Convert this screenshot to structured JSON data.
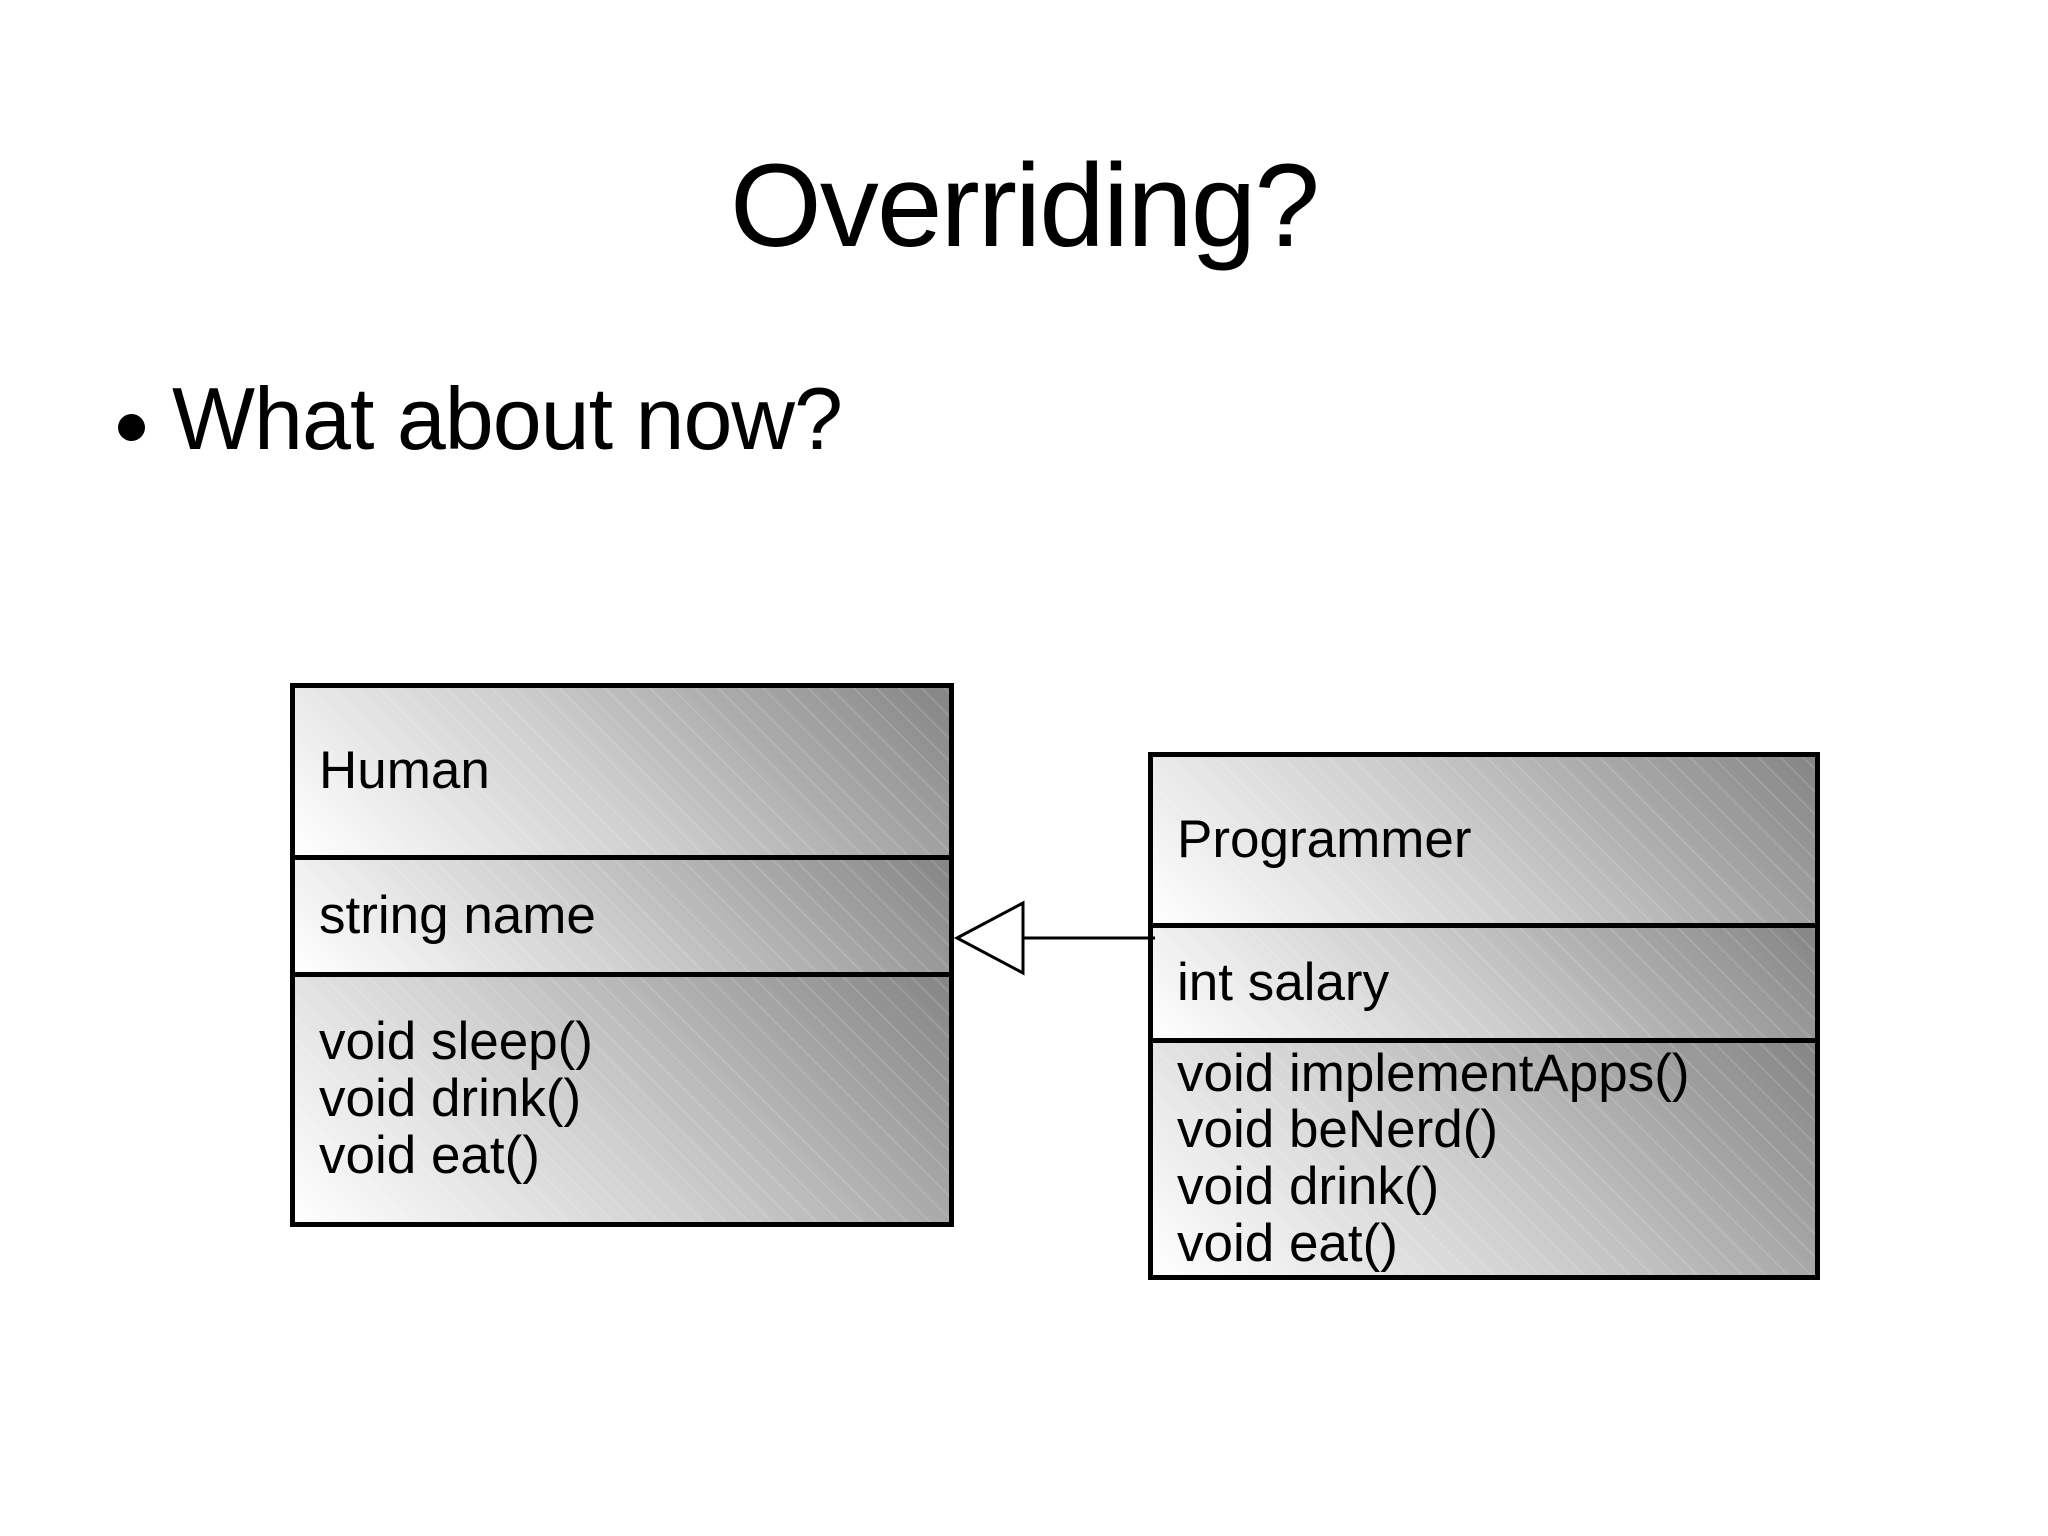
{
  "slide": {
    "title": "Overriding?",
    "bullet_text": "What about now?",
    "background_color": "#ffffff",
    "text_color": "#000000"
  },
  "diagram": {
    "human": {
      "name": "Human",
      "attributes": [
        "string name"
      ],
      "methods": [
        "void sleep()",
        "void drink()",
        "void eat()"
      ]
    },
    "programmer": {
      "name": "Programmer",
      "attributes": [
        "int salary"
      ],
      "methods": [
        "void implementApps()",
        "void beNerd()",
        "void drink()",
        "void eat()"
      ]
    },
    "relationship": {
      "type": "inheritance",
      "from": "Programmer",
      "to": "Human"
    },
    "box_border_color": "#000000",
    "gradient_light_color": "#ffffff",
    "gradient_dark_color": "#858585"
  }
}
